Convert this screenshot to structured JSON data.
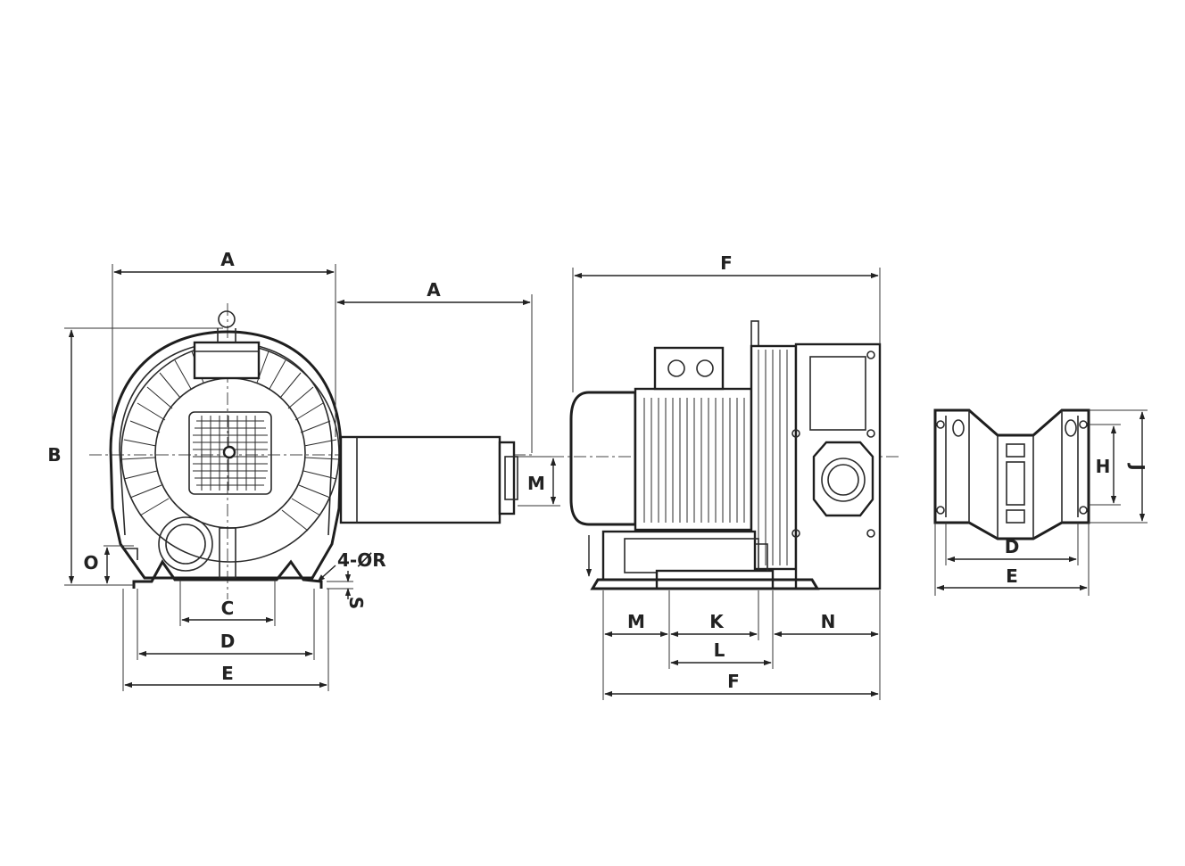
{
  "drawing": {
    "front_view": {
      "labels": {
        "width_top": "A",
        "motor_extension": "A",
        "height": "B",
        "bolt_spacing": "C",
        "foot_span": "D",
        "base_width": "E",
        "motor_offset": "M",
        "flange_height": "O",
        "mount_holes": "4-ØR",
        "foot_thickness": "S"
      }
    },
    "side_view": {
      "labels": {
        "overall_length_top": "F",
        "front_offset": "M",
        "foot_length": "K",
        "foot_span": "L",
        "blower_depth": "N",
        "overall_length_bottom": "F"
      }
    },
    "bracket_view": {
      "labels": {
        "hole_spacing": "H",
        "bracket_height": "J",
        "hole_span": "D",
        "bracket_width": "E"
      }
    }
  },
  "colors": {
    "line": "#222222",
    "background": "#ffffff"
  }
}
